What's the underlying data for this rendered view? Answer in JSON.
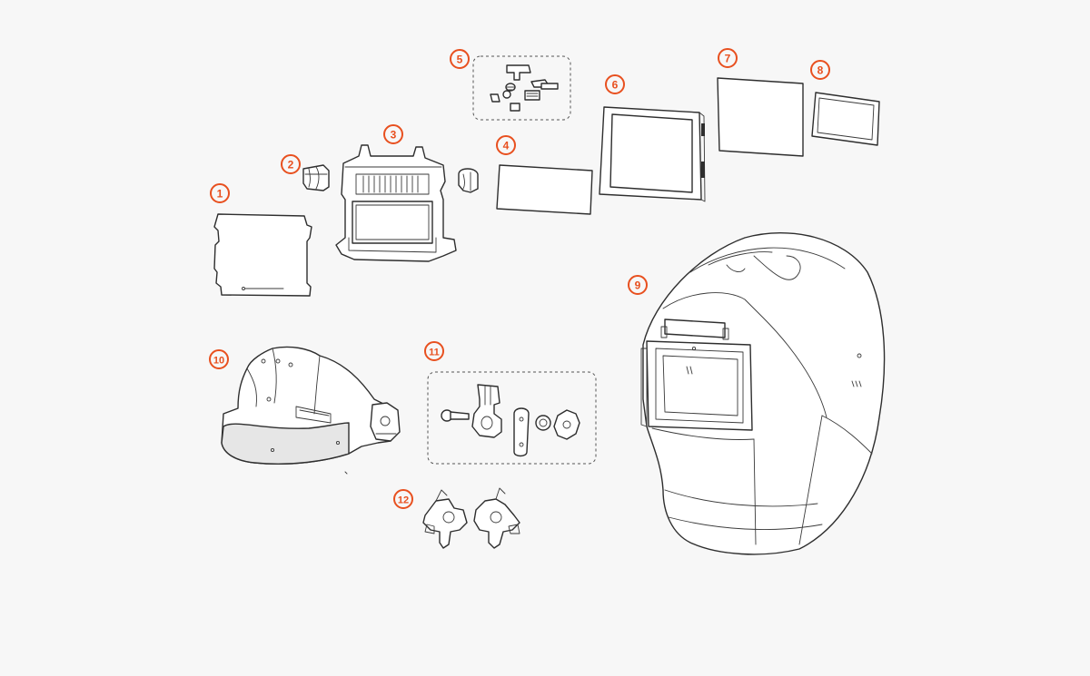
{
  "diagram": {
    "callouts": [
      "1",
      "2",
      "3",
      "4",
      "5",
      "6",
      "7",
      "8",
      "9",
      "10",
      "11",
      "12"
    ],
    "accent_color": "#e8501f",
    "line_color": "#2e2e2e",
    "background_color": "#f7f7f7"
  }
}
